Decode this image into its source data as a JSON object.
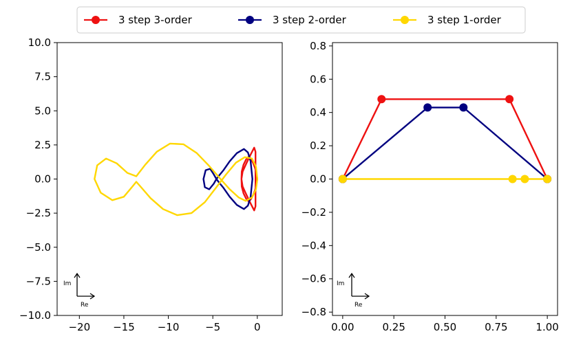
{
  "colors": {
    "red": "#ee1111",
    "navy": "#000080",
    "gold": "#ffd700",
    "axis": "#000000"
  },
  "chart_data": [
    {
      "type": "line",
      "panel": "left",
      "title": "",
      "xlabel": "",
      "ylabel": "",
      "xlim": [
        -22.5,
        2.8
      ],
      "ylim": [
        -10,
        10
      ],
      "xticks": [
        -20,
        -15,
        -10,
        -5,
        0
      ],
      "xtick_labels": [
        "−20",
        "−15",
        "−10",
        "−5",
        "0"
      ],
      "yticks": [
        10,
        7.5,
        5,
        2.5,
        0,
        -2.5,
        -5,
        -7.5,
        -10
      ],
      "ytick_labels": [
        "10.0",
        "7.5",
        "5.0",
        "2.5",
        "0.0",
        "−2.5",
        "−5.0",
        "−7.5",
        "−10.0"
      ],
      "grid": false,
      "corner_axes": {
        "up_label": "Im",
        "right_label": "Re"
      },
      "series": [
        {
          "name": "3 step 3-order",
          "color": "#ee1111",
          "marker": false,
          "x": [
            0,
            -0.1,
            -0.25,
            -0.45,
            -0.7,
            -0.95,
            -1.25,
            -1.55,
            -1.75,
            -1.78,
            -1.65,
            -1.3,
            -0.9,
            -0.55,
            -0.35,
            -0.2,
            -0.2,
            -0.35,
            -0.55,
            -0.9,
            -1.3,
            -1.65,
            -1.78,
            -1.75,
            -1.55,
            -1.25,
            -0.95,
            -0.7,
            -0.45,
            -0.25,
            -0.1,
            0
          ],
          "y": [
            0,
            0.4,
            0.8,
            1.15,
            1.45,
            1.65,
            1.45,
            1.05,
            0.55,
            0.0,
            -0.55,
            -1.05,
            -1.6,
            -2.05,
            -2.3,
            -2.0,
            2.0,
            2.3,
            2.05,
            1.6,
            1.05,
            0.55,
            0.0,
            -0.55,
            -1.05,
            -1.45,
            -1.65,
            -1.45,
            -1.15,
            -0.8,
            -0.4,
            0
          ]
        },
        {
          "name": "3 step 2-order",
          "color": "#000080",
          "marker": false,
          "x": [
            -0.55,
            -0.75,
            -1.05,
            -1.5,
            -2.3,
            -3.1,
            -3.8,
            -4.3,
            -4.6,
            -4.9,
            -5.3,
            -5.8,
            -6.05,
            -5.9,
            -5.4,
            -4.9,
            -4.6,
            -4.3,
            -3.8,
            -3.1,
            -2.3,
            -1.5,
            -1.05,
            -0.75,
            -0.55
          ],
          "y": [
            0.0,
            1.3,
            1.95,
            2.2,
            1.9,
            1.3,
            0.65,
            0.25,
            0.0,
            0.35,
            0.75,
            0.65,
            0.0,
            -0.6,
            -0.75,
            -0.35,
            0.0,
            -0.25,
            -0.65,
            -1.3,
            -1.9,
            -2.2,
            -1.95,
            -1.3,
            0.0
          ]
        },
        {
          "name": "3 step 1-order",
          "color": "#ffd700",
          "marker": false,
          "x": [
            0,
            -0.15,
            -0.6,
            -1.4,
            -2.4,
            -3.5,
            -4.6,
            -5.9,
            -7.4,
            -9.0,
            -10.6,
            -12.0,
            -13.0,
            -13.6,
            -14.1,
            -15.0,
            -16.3,
            -17.6,
            -18.3,
            -18.0,
            -17.0,
            -15.8,
            -14.6,
            -13.6,
            -12.6,
            -11.3,
            -9.8,
            -8.3,
            -6.8,
            -5.4,
            -4.2,
            -3.1,
            -2.1,
            -1.3,
            -0.6,
            -0.15,
            0
          ],
          "y": [
            0,
            0.9,
            1.5,
            1.6,
            1.2,
            0.35,
            -0.6,
            -1.7,
            -2.5,
            -2.65,
            -2.2,
            -1.4,
            -0.65,
            -0.2,
            -0.6,
            -1.3,
            -1.55,
            -1.0,
            0.0,
            1.0,
            1.5,
            1.15,
            0.45,
            0.2,
            1.05,
            2.0,
            2.6,
            2.55,
            1.9,
            0.95,
            0.05,
            -0.75,
            -1.35,
            -1.6,
            -1.35,
            -0.75,
            0
          ]
        }
      ]
    },
    {
      "type": "line",
      "panel": "right",
      "title": "",
      "xlabel": "",
      "ylabel": "",
      "xlim": [
        -0.05,
        1.05
      ],
      "ylim": [
        -0.82,
        0.82
      ],
      "xticks": [
        0,
        0.25,
        0.5,
        0.75,
        1.0
      ],
      "xtick_labels": [
        "0.00",
        "0.25",
        "0.50",
        "0.75",
        "1.00"
      ],
      "yticks": [
        0.8,
        0.6,
        0.4,
        0.2,
        0.0,
        -0.2,
        -0.4,
        -0.6,
        -0.8
      ],
      "ytick_labels": [
        "0.8",
        "0.6",
        "0.4",
        "0.2",
        "0.0",
        "−0.2",
        "−0.4",
        "−0.6",
        "−0.8"
      ],
      "grid": false,
      "corner_axes": {
        "up_label": "Im",
        "right_label": "Re"
      },
      "series": [
        {
          "name": "3 step 3-order",
          "color": "#ee1111",
          "marker": true,
          "x": [
            0,
            0.19,
            0.815,
            1.0
          ],
          "y": [
            0,
            0.48,
            0.48,
            0
          ]
        },
        {
          "name": "3 step 2-order",
          "color": "#000080",
          "marker": true,
          "x": [
            0,
            0.415,
            0.59,
            1.0
          ],
          "y": [
            0,
            0.43,
            0.43,
            0
          ]
        },
        {
          "name": "3 step 1-order",
          "color": "#ffd700",
          "marker": true,
          "x": [
            0,
            0.83,
            0.89,
            1.0
          ],
          "y": [
            0,
            0,
            0,
            0
          ]
        }
      ]
    }
  ],
  "legend": {
    "placement": "top-center",
    "entries": [
      {
        "label": "3 step 3-order",
        "color": "#ee1111"
      },
      {
        "label": "3 step 2-order",
        "color": "#000080"
      },
      {
        "label": "3 step 1-order",
        "color": "#ffd700"
      }
    ]
  }
}
